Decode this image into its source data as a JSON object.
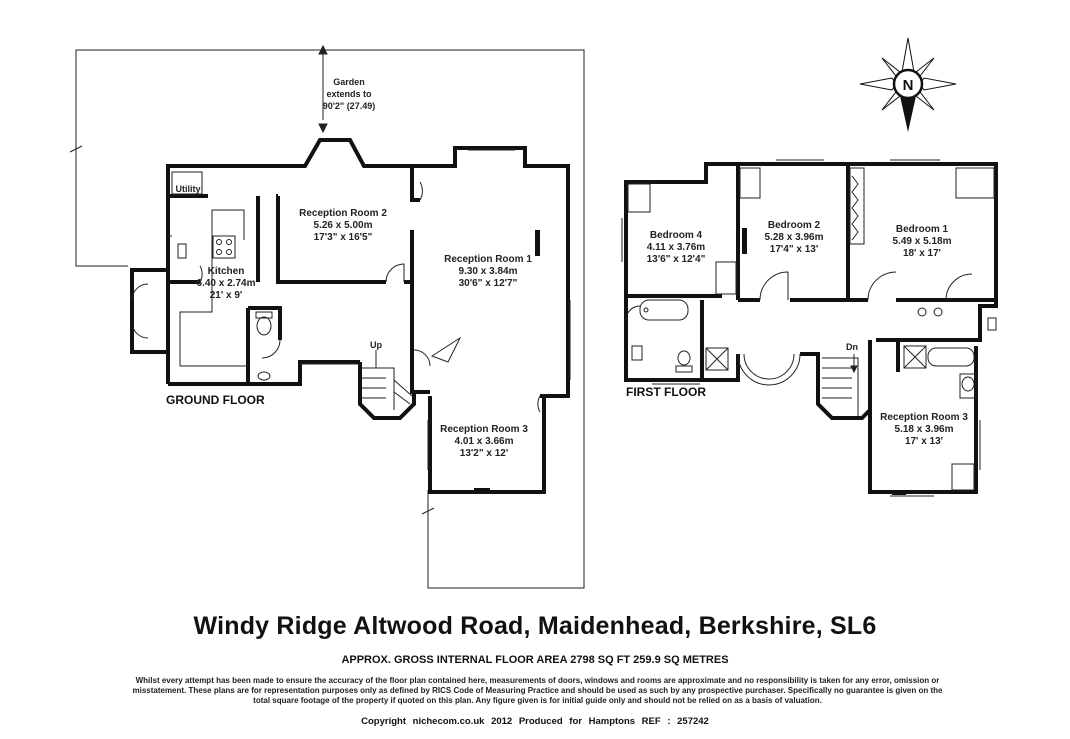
{
  "property_title": "Windy Ridge  Altwood Road, Maidenhead, Berkshire, SL6",
  "area_text": "APPROX. GROSS INTERNAL FLOOR AREA 2798 SQ FT 259.9 SQ METRES",
  "disclaimer": "Whilst every attempt has been made to ensure the accuracy of the floor plan contained here, measurements of doors, windows and rooms are approximate and no responsibility is taken for any error, omission or misstatement. These plans are for representation purposes only as defined by RICS Code of Measuring Practice and should be used as such by any prospective purchaser. Specifically no guarantee is given on the total square footage of the property if quoted on this plan. Any figure given is for initial guide only and should not be relied on as a basis of valuation.",
  "copyright_text": "Copyright nichecom.co.uk 2012   Produced for Hamptons   REF : 257242",
  "compass_letter": "N",
  "floors": {
    "ground_label": "GROUND FLOOR",
    "first_label": "FIRST FLOOR"
  },
  "garden": {
    "line1": "Garden",
    "line2": "extends to",
    "line3": "90'2\" (27.49)"
  },
  "ground_rooms": {
    "utility": "Utility",
    "kitchen": {
      "name": "Kitchen",
      "metric": "6.40 x 2.74m",
      "imperial": "21' x 9'"
    },
    "reception2": {
      "name": "Reception Room 2",
      "metric": "5.26 x 5.00m",
      "imperial": "17'3\" x 16'5\""
    },
    "reception1": {
      "name": "Reception Room 1",
      "metric": "9.30 x 3.84m",
      "imperial": "30'6\" x 12'7\""
    },
    "reception3": {
      "name": "Reception Room 3",
      "metric": "4.01 x 3.66m",
      "imperial": "13'2\" x 12'"
    },
    "stairs_up": "Up"
  },
  "first_rooms": {
    "bedroom4": {
      "name": "Bedroom 4",
      "metric": "4.11 x 3.76m",
      "imperial": "13'6\" x 12'4\""
    },
    "bedroom2": {
      "name": "Bedroom 2",
      "metric": "5.28 x 3.96m",
      "imperial": "17'4\" x 13'"
    },
    "bedroom1": {
      "name": "Bedroom 1",
      "metric": "5.49 x 5.18m",
      "imperial": "18' x 17'"
    },
    "reception3": {
      "name": "Reception Room 3",
      "metric": "5.18 x 3.96m",
      "imperial": "17' x 13'"
    },
    "stairs_down": "Dn"
  }
}
